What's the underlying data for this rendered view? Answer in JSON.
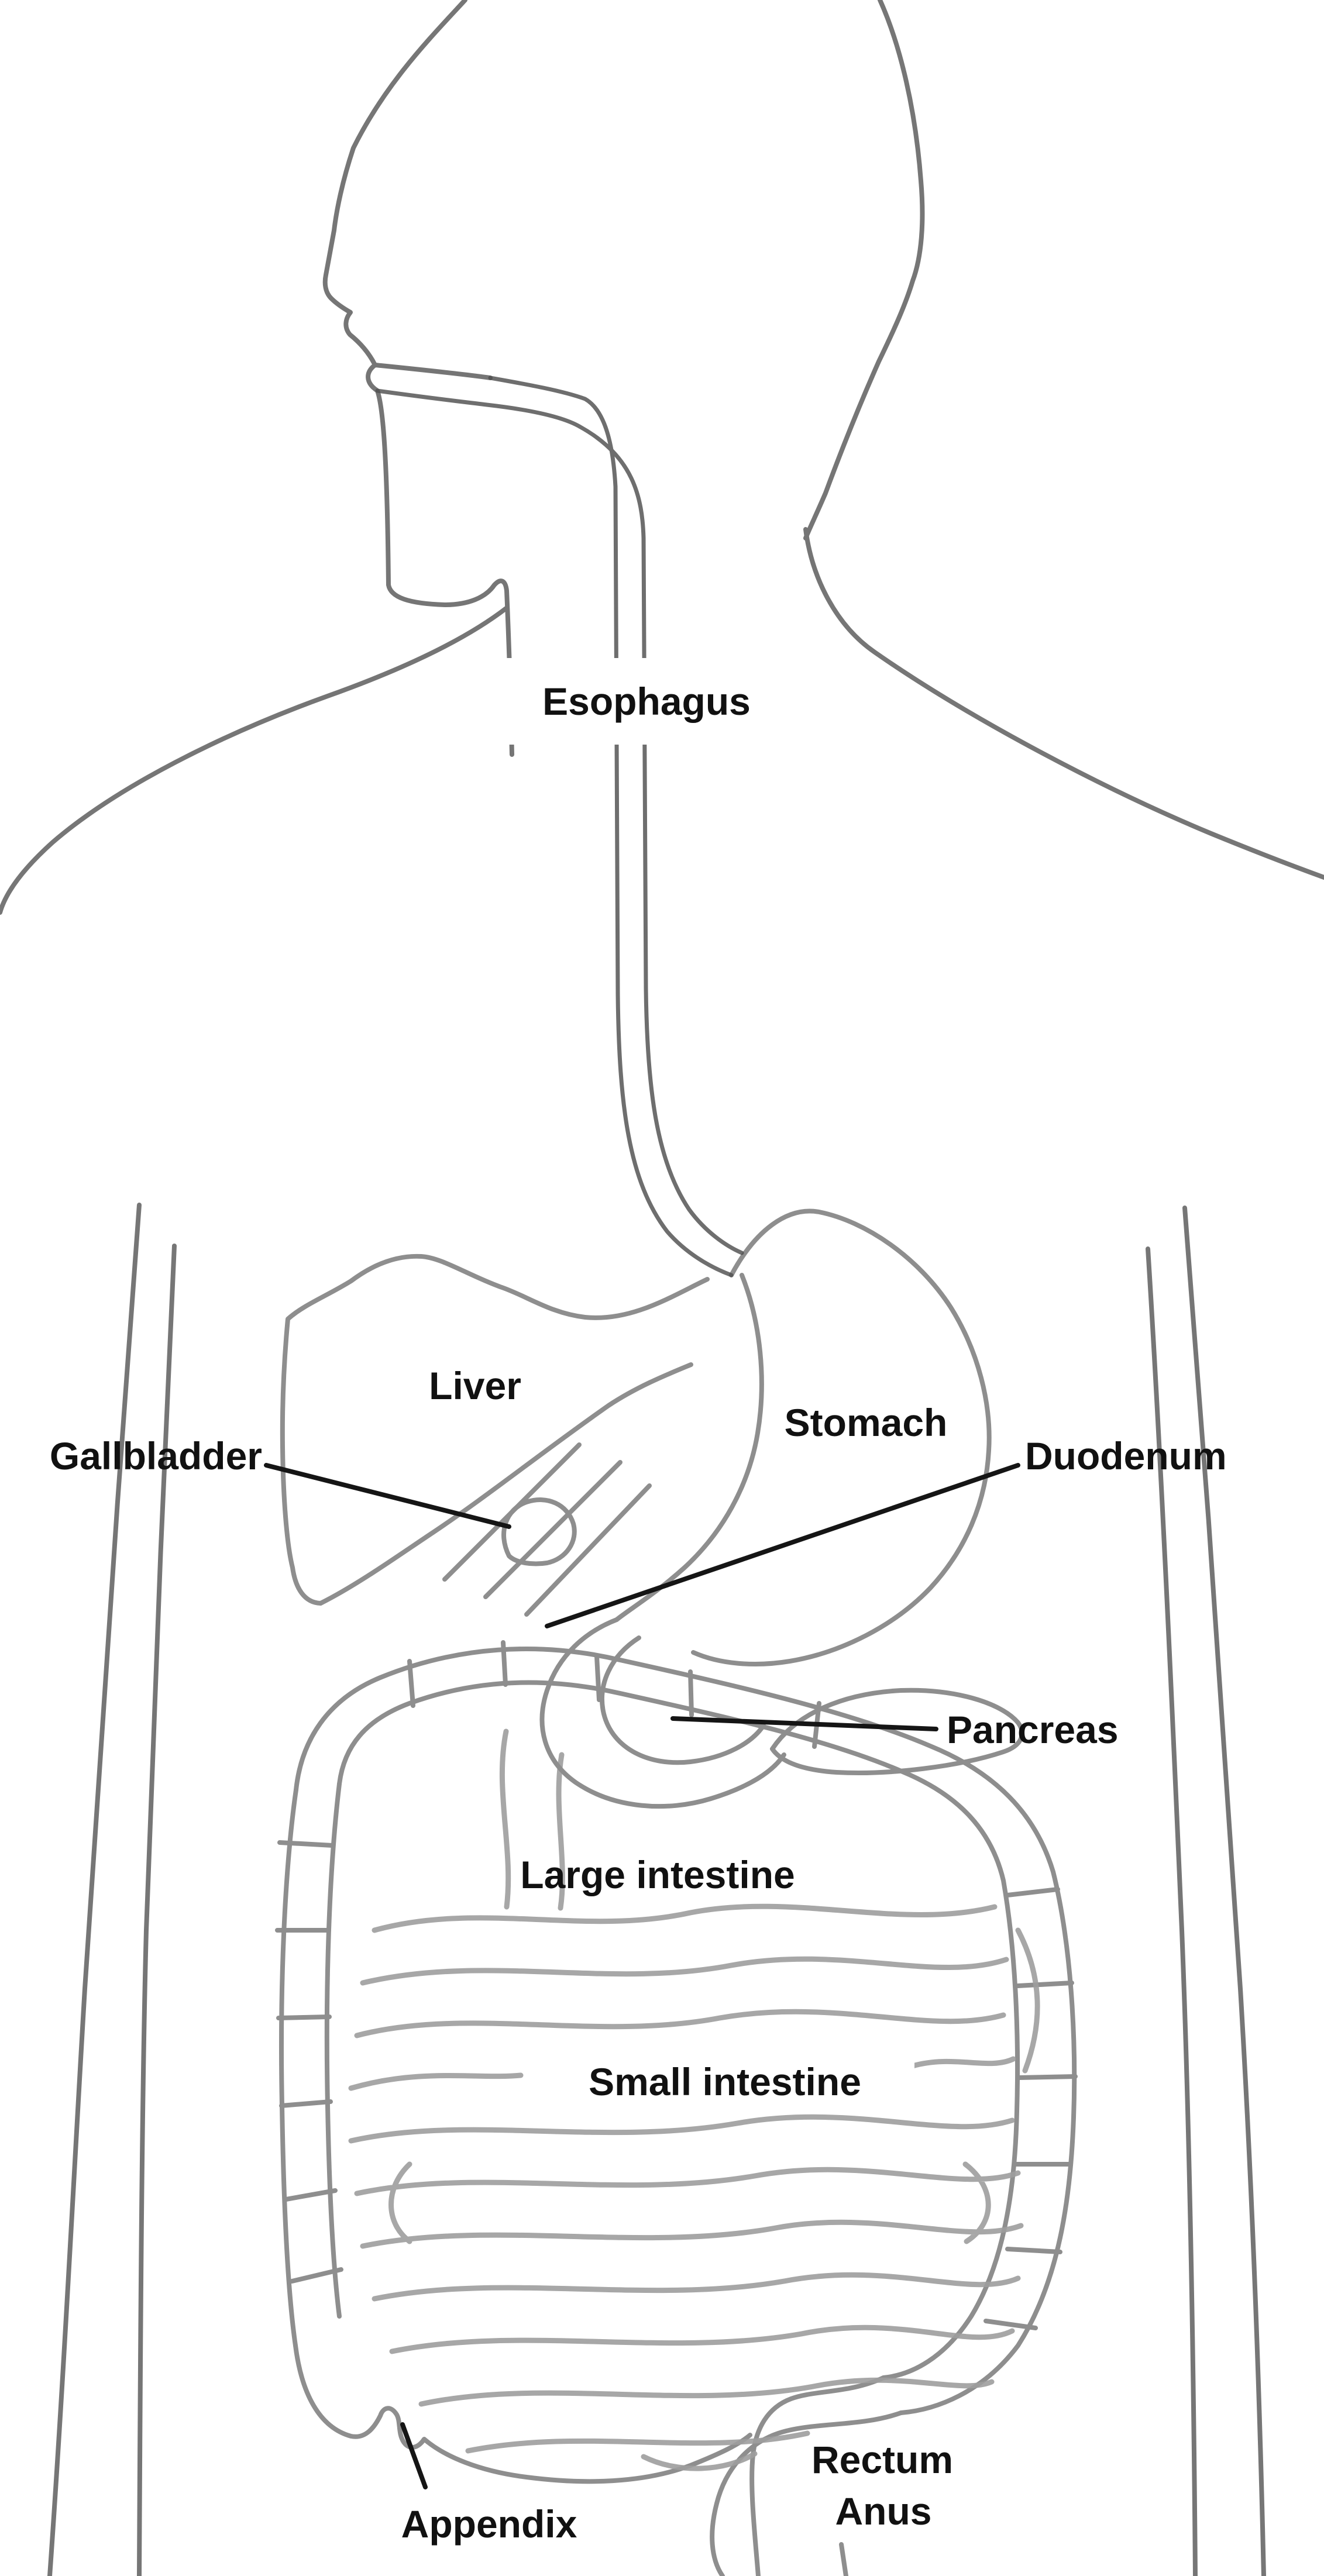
{
  "labels": {
    "esophagus": "Esophagus",
    "liver": "Liver",
    "stomach": "Stomach",
    "gallbladder": "Gallbladder",
    "duodenum": "Duodenum",
    "pancreas": "Pancreas",
    "large_intestine": "Large intestine",
    "small_intestine": "Small intestine",
    "rectum": "Rectum",
    "anus": "Anus",
    "appendix": "Appendix"
  },
  "colors": {
    "background": "#ffffff",
    "outline": "#8e8e8e",
    "outline_soft": "#9d9d9d",
    "outline_dark": "#4f4f4f",
    "leader": "#151515",
    "label_text": "#111111"
  }
}
